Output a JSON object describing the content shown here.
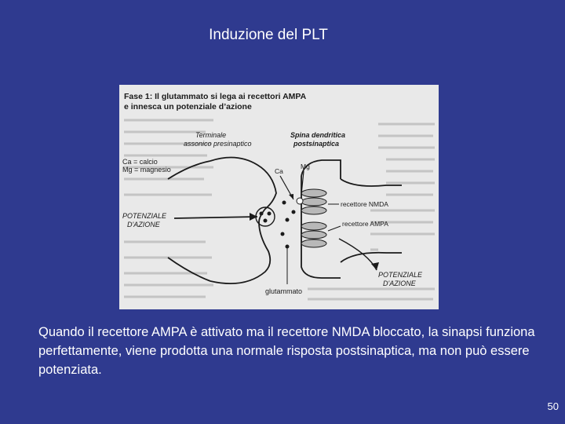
{
  "slide": {
    "title": "Induzione del PLT",
    "caption": "Quando il recettore AMPA è attivato ma il recettore NMDA bloccato, la sinapsi funziona perfettamente, viene prodotta una normale risposta postsinaptica, ma non può essere potenziata.",
    "page_number": "50"
  },
  "figure": {
    "phase_title_line1": "Fase 1: Il glutammato si lega ai recettori AMPA",
    "phase_title_line2": "e innesca un potenziale d’azione",
    "terminal_label_line1": "Terminale",
    "terminal_label_line2": "assonico presinaptico",
    "spine_label_line1": "Spina dendritica",
    "spine_label_line2": "postsinaptica",
    "legend_ca": "Ca = calcio",
    "legend_mg": "Mg = magnesio",
    "ion_ca": "Ca",
    "ion_mg": "Mg",
    "nmda_label": "recettore NMDA",
    "ampa_label": "recettore AMPA",
    "ap_in_line1": "POTENZIALE",
    "ap_in_line2": "D'AZIONE",
    "ap_out_line1": "POTENZIALE",
    "ap_out_line2": "D'AZIONE",
    "glutamate_label": "glutammato"
  },
  "colors": {
    "background": "#2f3a8f",
    "panel": "#e9e9e9",
    "ink": "#1a1a1a",
    "text": "#ffffff"
  }
}
